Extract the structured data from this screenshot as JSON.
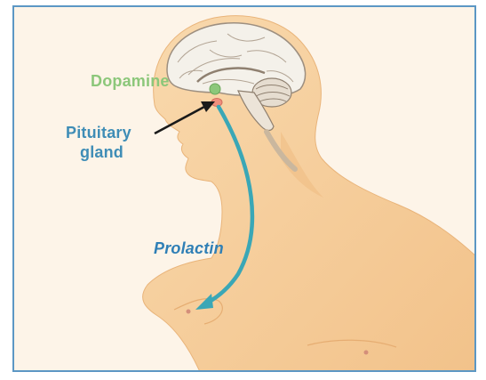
{
  "labels": {
    "dopamine": "Dopamine",
    "pituitary_line1": "Pituitary",
    "pituitary_line2": "gland",
    "prolactin": "Prolactin"
  },
  "colors": {
    "skin": "#f7cf9c",
    "skin_shadow": "#efbc82",
    "brain": "#f4f1ea",
    "brain_line": "#9d8f80",
    "dopamine": "#8cc77a",
    "pituitary_label": "#3f8db6",
    "prolactin_label": "#2f7fb6",
    "arrow": "#3aa7b6",
    "pointer": "#1a1a1a",
    "frame_border": "#5c97c4",
    "background": "#fdf4e8"
  },
  "icons": {
    "pointer": "black-pointer-arrow-icon",
    "hormone_path": "curved-teal-arrow-icon"
  }
}
